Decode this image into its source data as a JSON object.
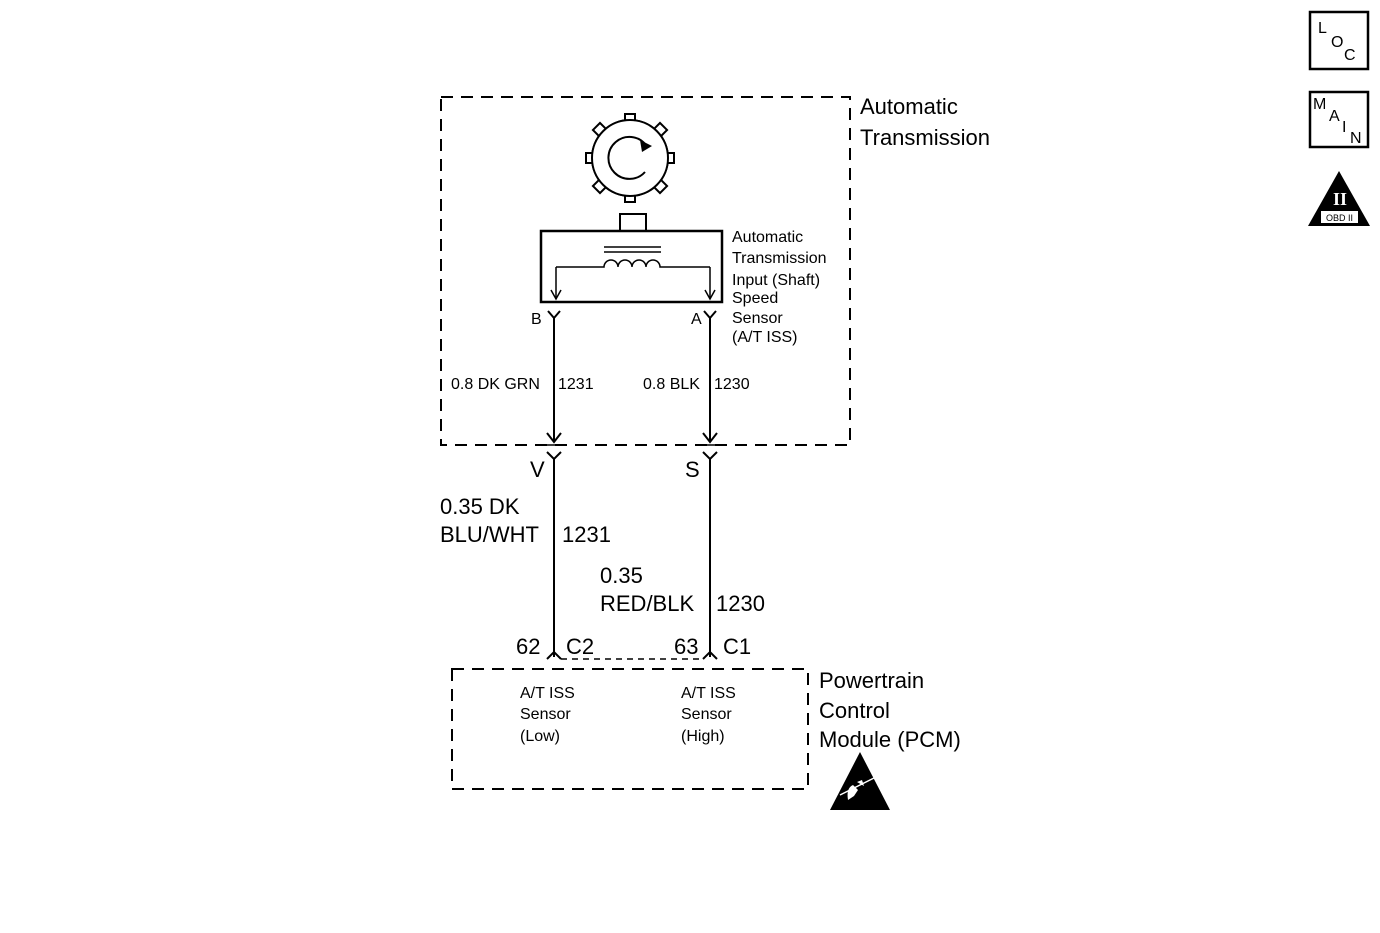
{
  "transmission": {
    "label_line1": "Automatic",
    "label_line2": "Transmission"
  },
  "sensor": {
    "label_lines": [
      "Automatic",
      "Transmission",
      "Input (Shaft)",
      "Speed",
      "Sensor",
      "(A/T ISS)"
    ],
    "pin_b": "B",
    "pin_a": "A"
  },
  "wires_inner": {
    "left": "0.8 DK GRN",
    "left_circuit": "1231",
    "right": "0.8 BLK",
    "right_circuit": "1230"
  },
  "connector": {
    "left_pin": "V",
    "right_pin": "S"
  },
  "wires_outer": {
    "left_line1": "0.35 DK",
    "left_line2": "BLU/WHT",
    "left_circuit": "1231",
    "right_line1": "0.35",
    "right_line2": "RED/BLK",
    "right_circuit": "1230"
  },
  "pcm_pins": {
    "left_pin": "62",
    "left_conn": "C2",
    "right_pin": "63",
    "right_conn": "C1"
  },
  "pcm": {
    "label_lines": [
      "Powertrain",
      "Control",
      "Module (PCM)"
    ],
    "low_lines": [
      "A/T ISS",
      "Sensor",
      "(Low)"
    ],
    "high_lines": [
      "A/T ISS",
      "Sensor",
      "(High)"
    ]
  },
  "icons": {
    "loc": [
      "L",
      "O",
      "C"
    ],
    "main": [
      "M",
      "A",
      "I",
      "N"
    ],
    "obd_top": "II",
    "obd_bottom": "OBD II"
  }
}
